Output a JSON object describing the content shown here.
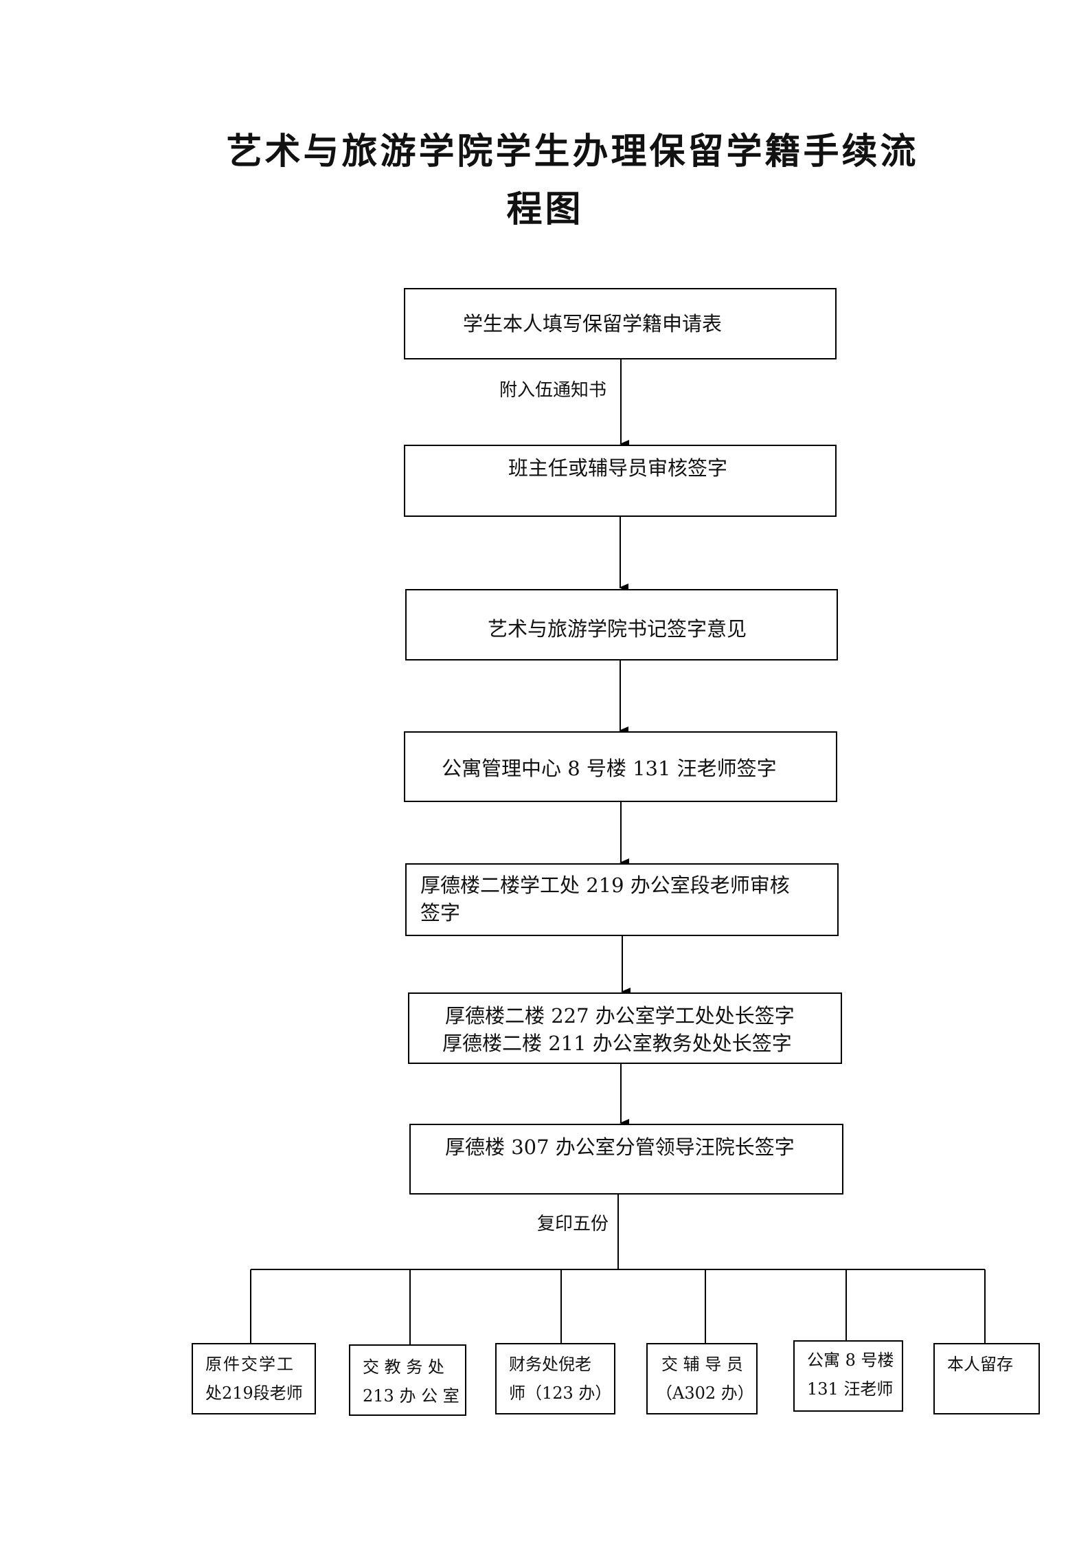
{
  "title": {
    "line1": "艺术与旅游学院学生办理保留学籍手续流",
    "line2": "程图"
  },
  "steps": [
    "学生本人填写保留学籍申请表",
    "班主任或辅导员审核签字",
    "艺术与旅游学院书记签字意见",
    "公寓管理中心 8 号楼 131 汪老师签字",
    "厚德楼二楼学工处 219 办公室段老师审核",
    "签字",
    "厚德楼二楼 227 办公室学工处处长签字",
    "厚德楼二楼 211 办公室教务处处长签字",
    "厚德楼 307 办公室分管领导汪院长签字"
  ],
  "labels": {
    "attach": "附入伍通知书",
    "copies": "复印五份"
  },
  "destinations": [
    {
      "line1": "原件交学工",
      "line2": "处219段老师"
    },
    {
      "line1": "交 教 务 处",
      "line2": "213 办 公 室"
    },
    {
      "line1": "财务处倪老",
      "line2": "师（123 办）"
    },
    {
      "line1": "交 辅 导 员",
      "line2": "（A302 办）"
    },
    {
      "line1": "公寓 8 号楼",
      "line2": "131 汪老师"
    },
    {
      "line1": "本人留存",
      "line2": ""
    }
  ]
}
